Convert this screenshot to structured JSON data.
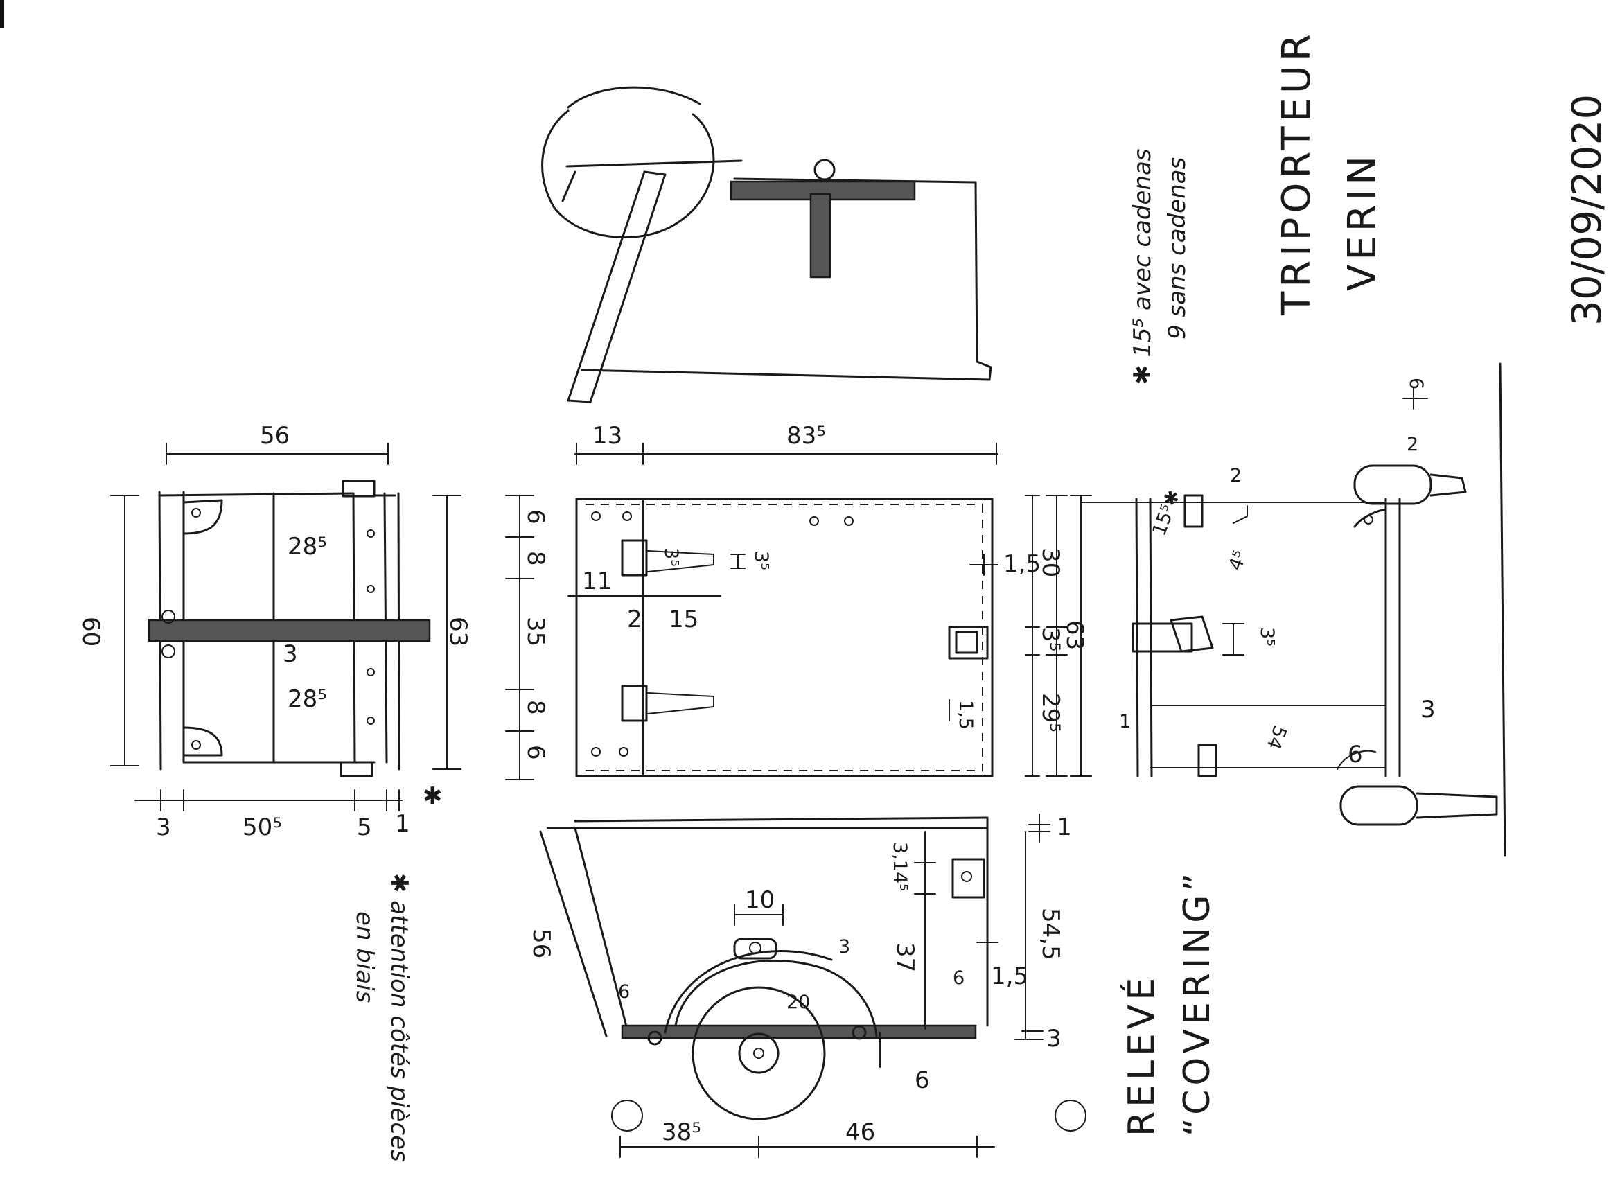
{
  "title": {
    "line1": "TRIPORTEUR",
    "line2": "VERIN"
  },
  "date": "30/09/2020",
  "survey": {
    "line1": "RELEVÉ",
    "line2": "“COVERING”"
  },
  "notes": {
    "lock_heights": "✱ 15⁵ avec cadenas",
    "lock_heights_2": "9 sans cadenas",
    "chamfer": "✱ attention côtés pièces",
    "chamfer_2": "en biais"
  },
  "top_view": {
    "width_top": "56",
    "height_left": "60",
    "height_right": "63",
    "upper_half": "28⁵",
    "lower_half": "28⁵",
    "mid": "3",
    "bottom_a": "3",
    "bottom_b": "50⁵",
    "bottom_c": "5",
    "bottom_d": "1",
    "bottom_star": "✱"
  },
  "plan_view": {
    "top_a": "13",
    "top_b": "83⁵",
    "left_1": "6",
    "left_2": "8",
    "left_3": "35",
    "left_4": "8",
    "left_5": "6",
    "hinge_w": "11",
    "hinge_gap": "2",
    "hinge_len": "15",
    "hinge_h": "3⁵",
    "hinge_pin": "3⁵",
    "edge_gap": "1,5",
    "lock_gap": "1,5",
    "right_1": "30",
    "right_2": "3⁵",
    "right_3": "29⁵",
    "right_total": "63"
  },
  "side_view": {
    "top_gap": "1",
    "left_slope": "56",
    "upper_drop": "3,14⁵",
    "lower_drop": "37",
    "total": "54,5",
    "side_gap": "1,5",
    "bottom_plate": "3",
    "ring_w": "10",
    "ring_arm": "3",
    "angle_left": "6",
    "angle_right": "6",
    "radius": "20",
    "axle_off": "6",
    "bottom_a": "38⁵",
    "bottom_b": "46"
  },
  "end_view": {
    "top": "6",
    "gap": "2",
    "hinge_h": "2",
    "lock_star": "15⁵✱",
    "lock_off": "4⁵",
    "mid_h": "3⁵",
    "span": "54",
    "left_mark": "1",
    "right_mark": "3",
    "angle": "6"
  }
}
